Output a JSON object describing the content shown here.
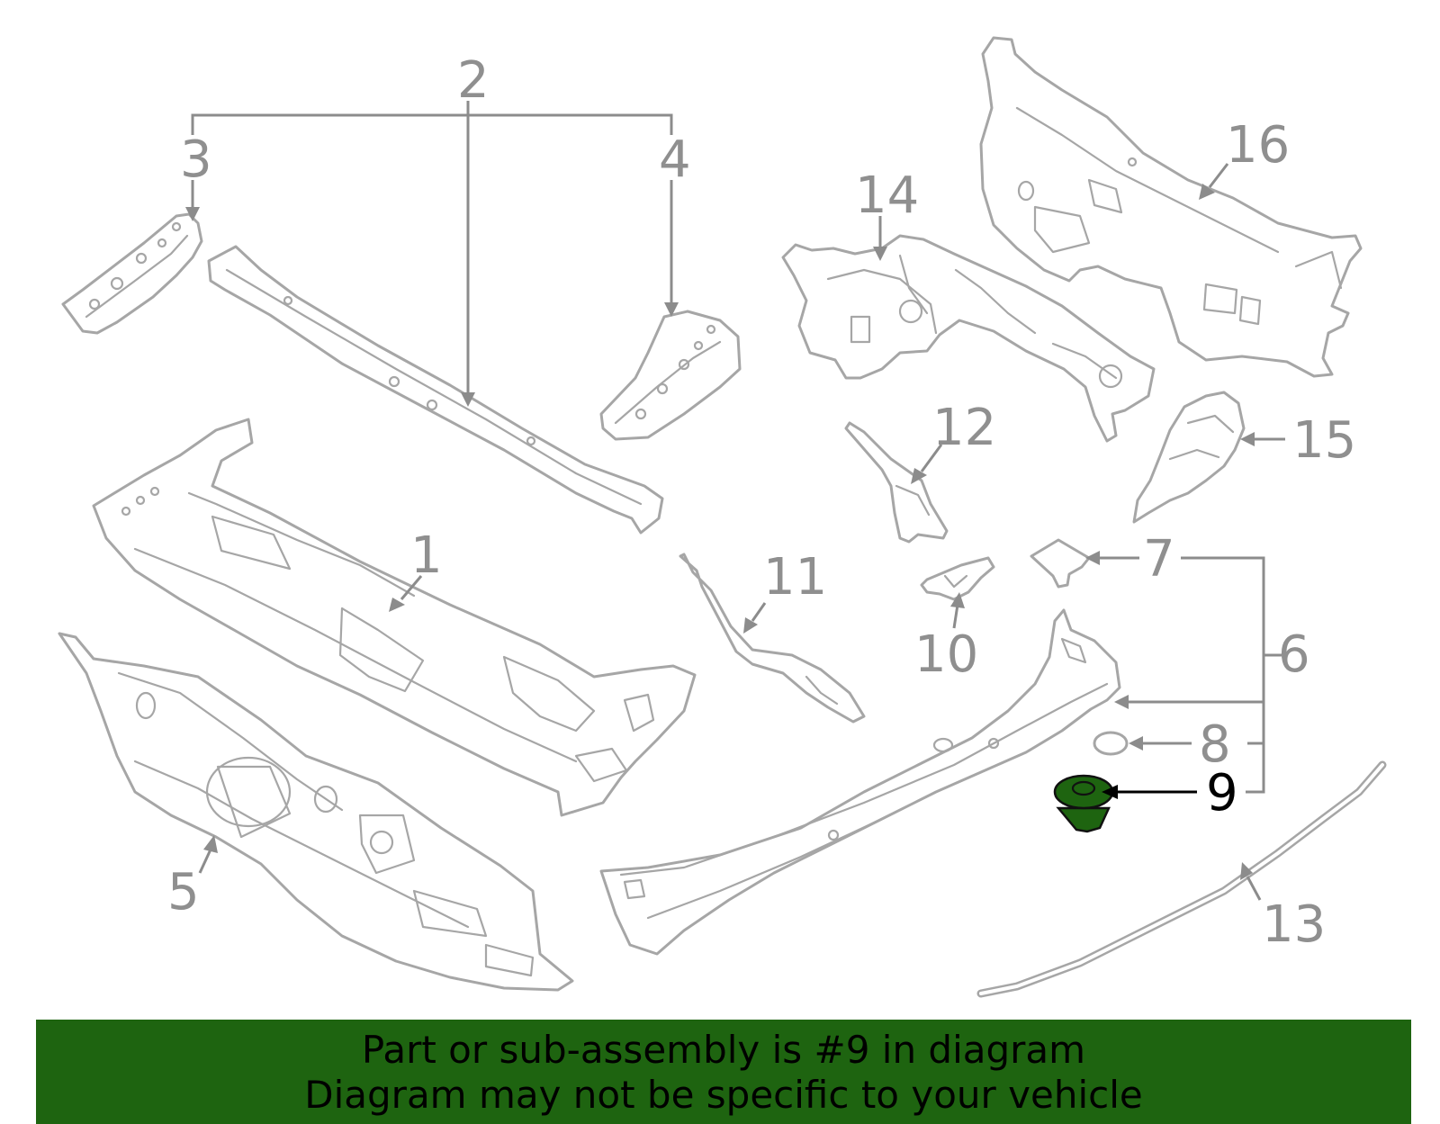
{
  "diagram": {
    "highlighted_part": "9",
    "highlight_color": "#1e6410",
    "callouts": [
      "1",
      "2",
      "3",
      "4",
      "5",
      "6",
      "7",
      "8",
      "9",
      "10",
      "11",
      "12",
      "13",
      "14",
      "15",
      "16"
    ]
  },
  "banner": {
    "line1": "Part or sub-assembly is #9 in diagram",
    "line2": "Diagram may not be specific to your vehicle",
    "background": "#1e6410"
  }
}
